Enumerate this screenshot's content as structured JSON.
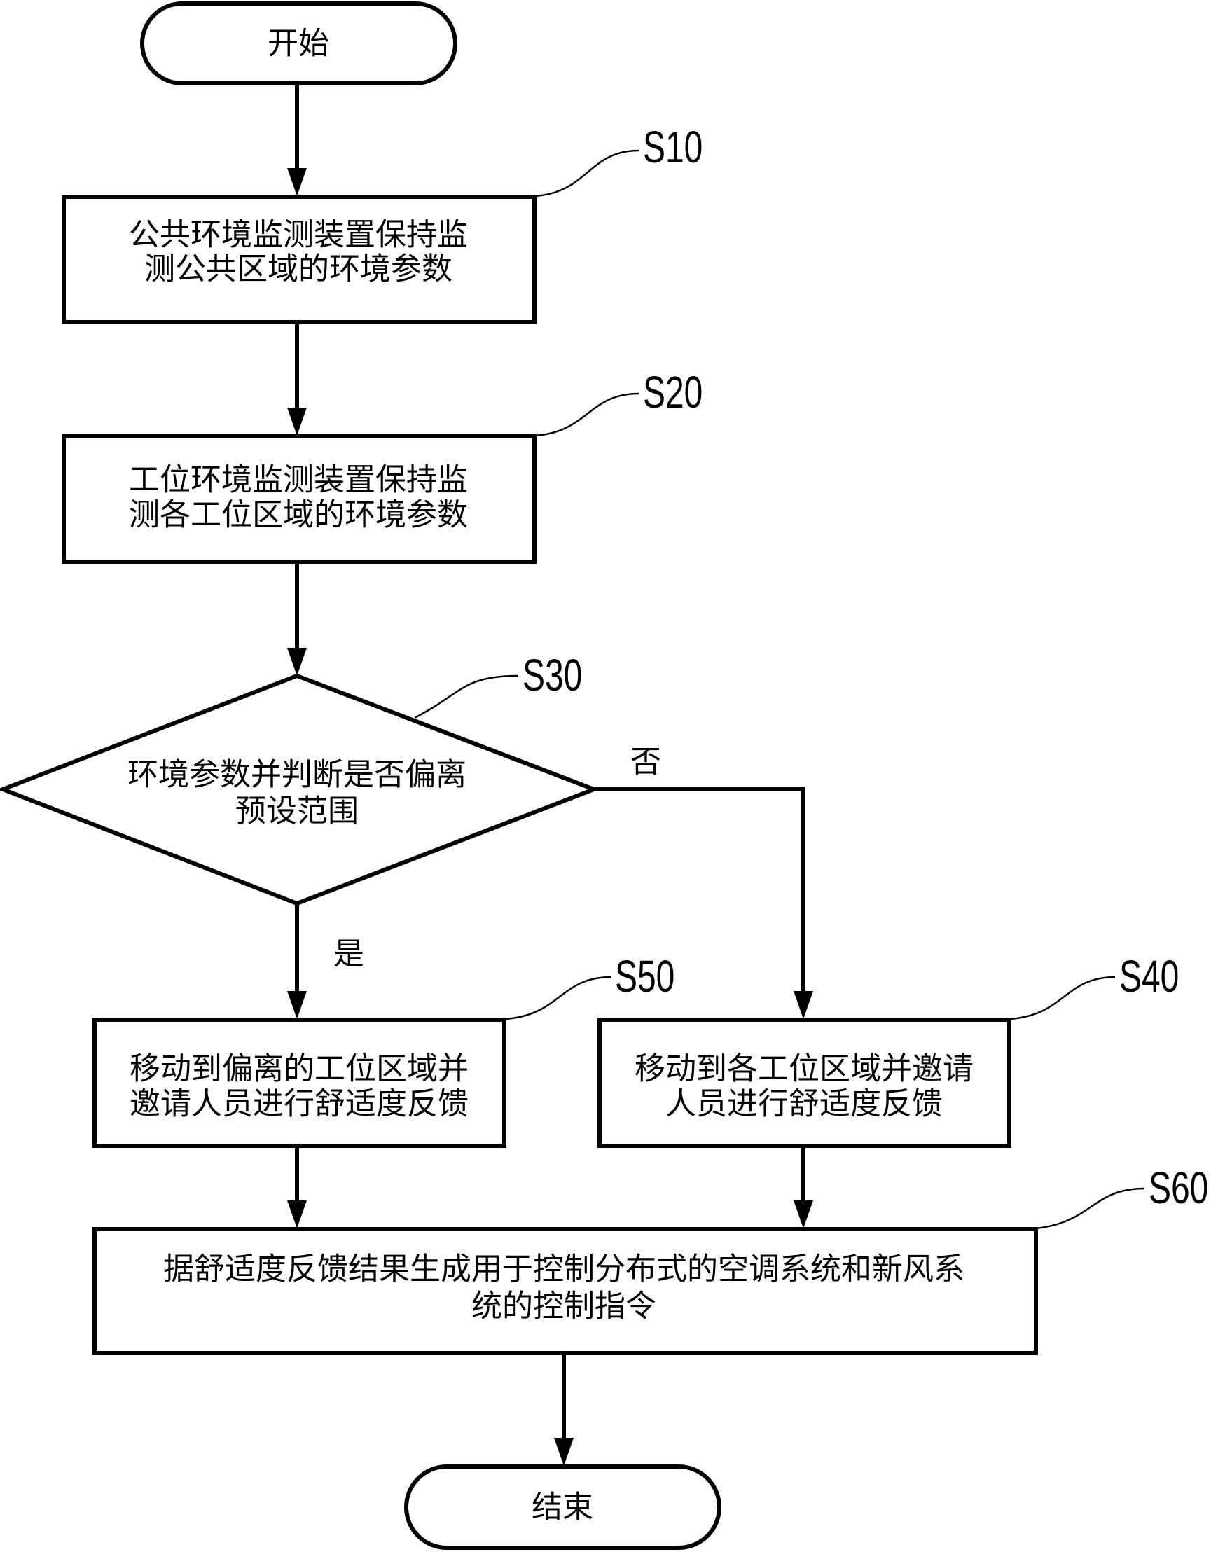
{
  "start": {
    "label": "开始"
  },
  "end": {
    "label": "结束"
  },
  "steps": {
    "s10": {
      "id": "S10",
      "lines": [
        "公共环境监测装置保持监",
        "测公共区域的环境参数"
      ]
    },
    "s20": {
      "id": "S20",
      "lines": [
        "工位环境监测装置保持监",
        "测各工位区域的环境参数"
      ]
    },
    "s30": {
      "id": "S30",
      "lines": [
        "环境参数并判断是否偏离",
        "预设范围"
      ]
    },
    "s40": {
      "id": "S40",
      "lines": [
        "移动到各工位区域并邀请",
        "人员进行舒适度反馈"
      ]
    },
    "s50": {
      "id": "S50",
      "lines": [
        "移动到偏离的工位区域并",
        "邀请人员进行舒适度反馈"
      ]
    },
    "s60": {
      "id": "S60",
      "lines": [
        "据舒适度反馈结果生成用于控制分布式的空调系统和新风系",
        "统的控制指令"
      ]
    }
  },
  "branches": {
    "yes": "是",
    "no": "否"
  }
}
